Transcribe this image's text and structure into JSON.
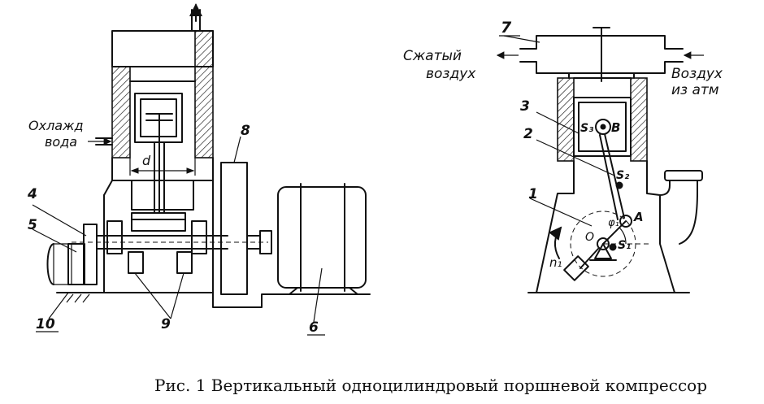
{
  "left_figure": {
    "label_cooling_water_line1": "Охлажд",
    "label_cooling_water_line2": "вода",
    "label_d": "d",
    "callouts": [
      "4",
      "5",
      "10",
      "9",
      "8",
      "6"
    ]
  },
  "right_figure": {
    "label_compressed_air_line1": "Сжатый",
    "label_compressed_air_line2": "воздух",
    "label_air_from_atm_line1": "Воздух",
    "label_air_from_atm_line2": "из атм",
    "callouts": [
      "7",
      "3",
      "2",
      "1"
    ],
    "point_labels": {
      "s3": "S₃",
      "b": "B",
      "s2": "S₂",
      "a": "A",
      "o": "O",
      "s1": "S₁",
      "phi1": "φ₁",
      "n1": "n₁"
    }
  },
  "caption": "Рис. 1 Вертикальный одноцилиндровый поршневой компрессор"
}
